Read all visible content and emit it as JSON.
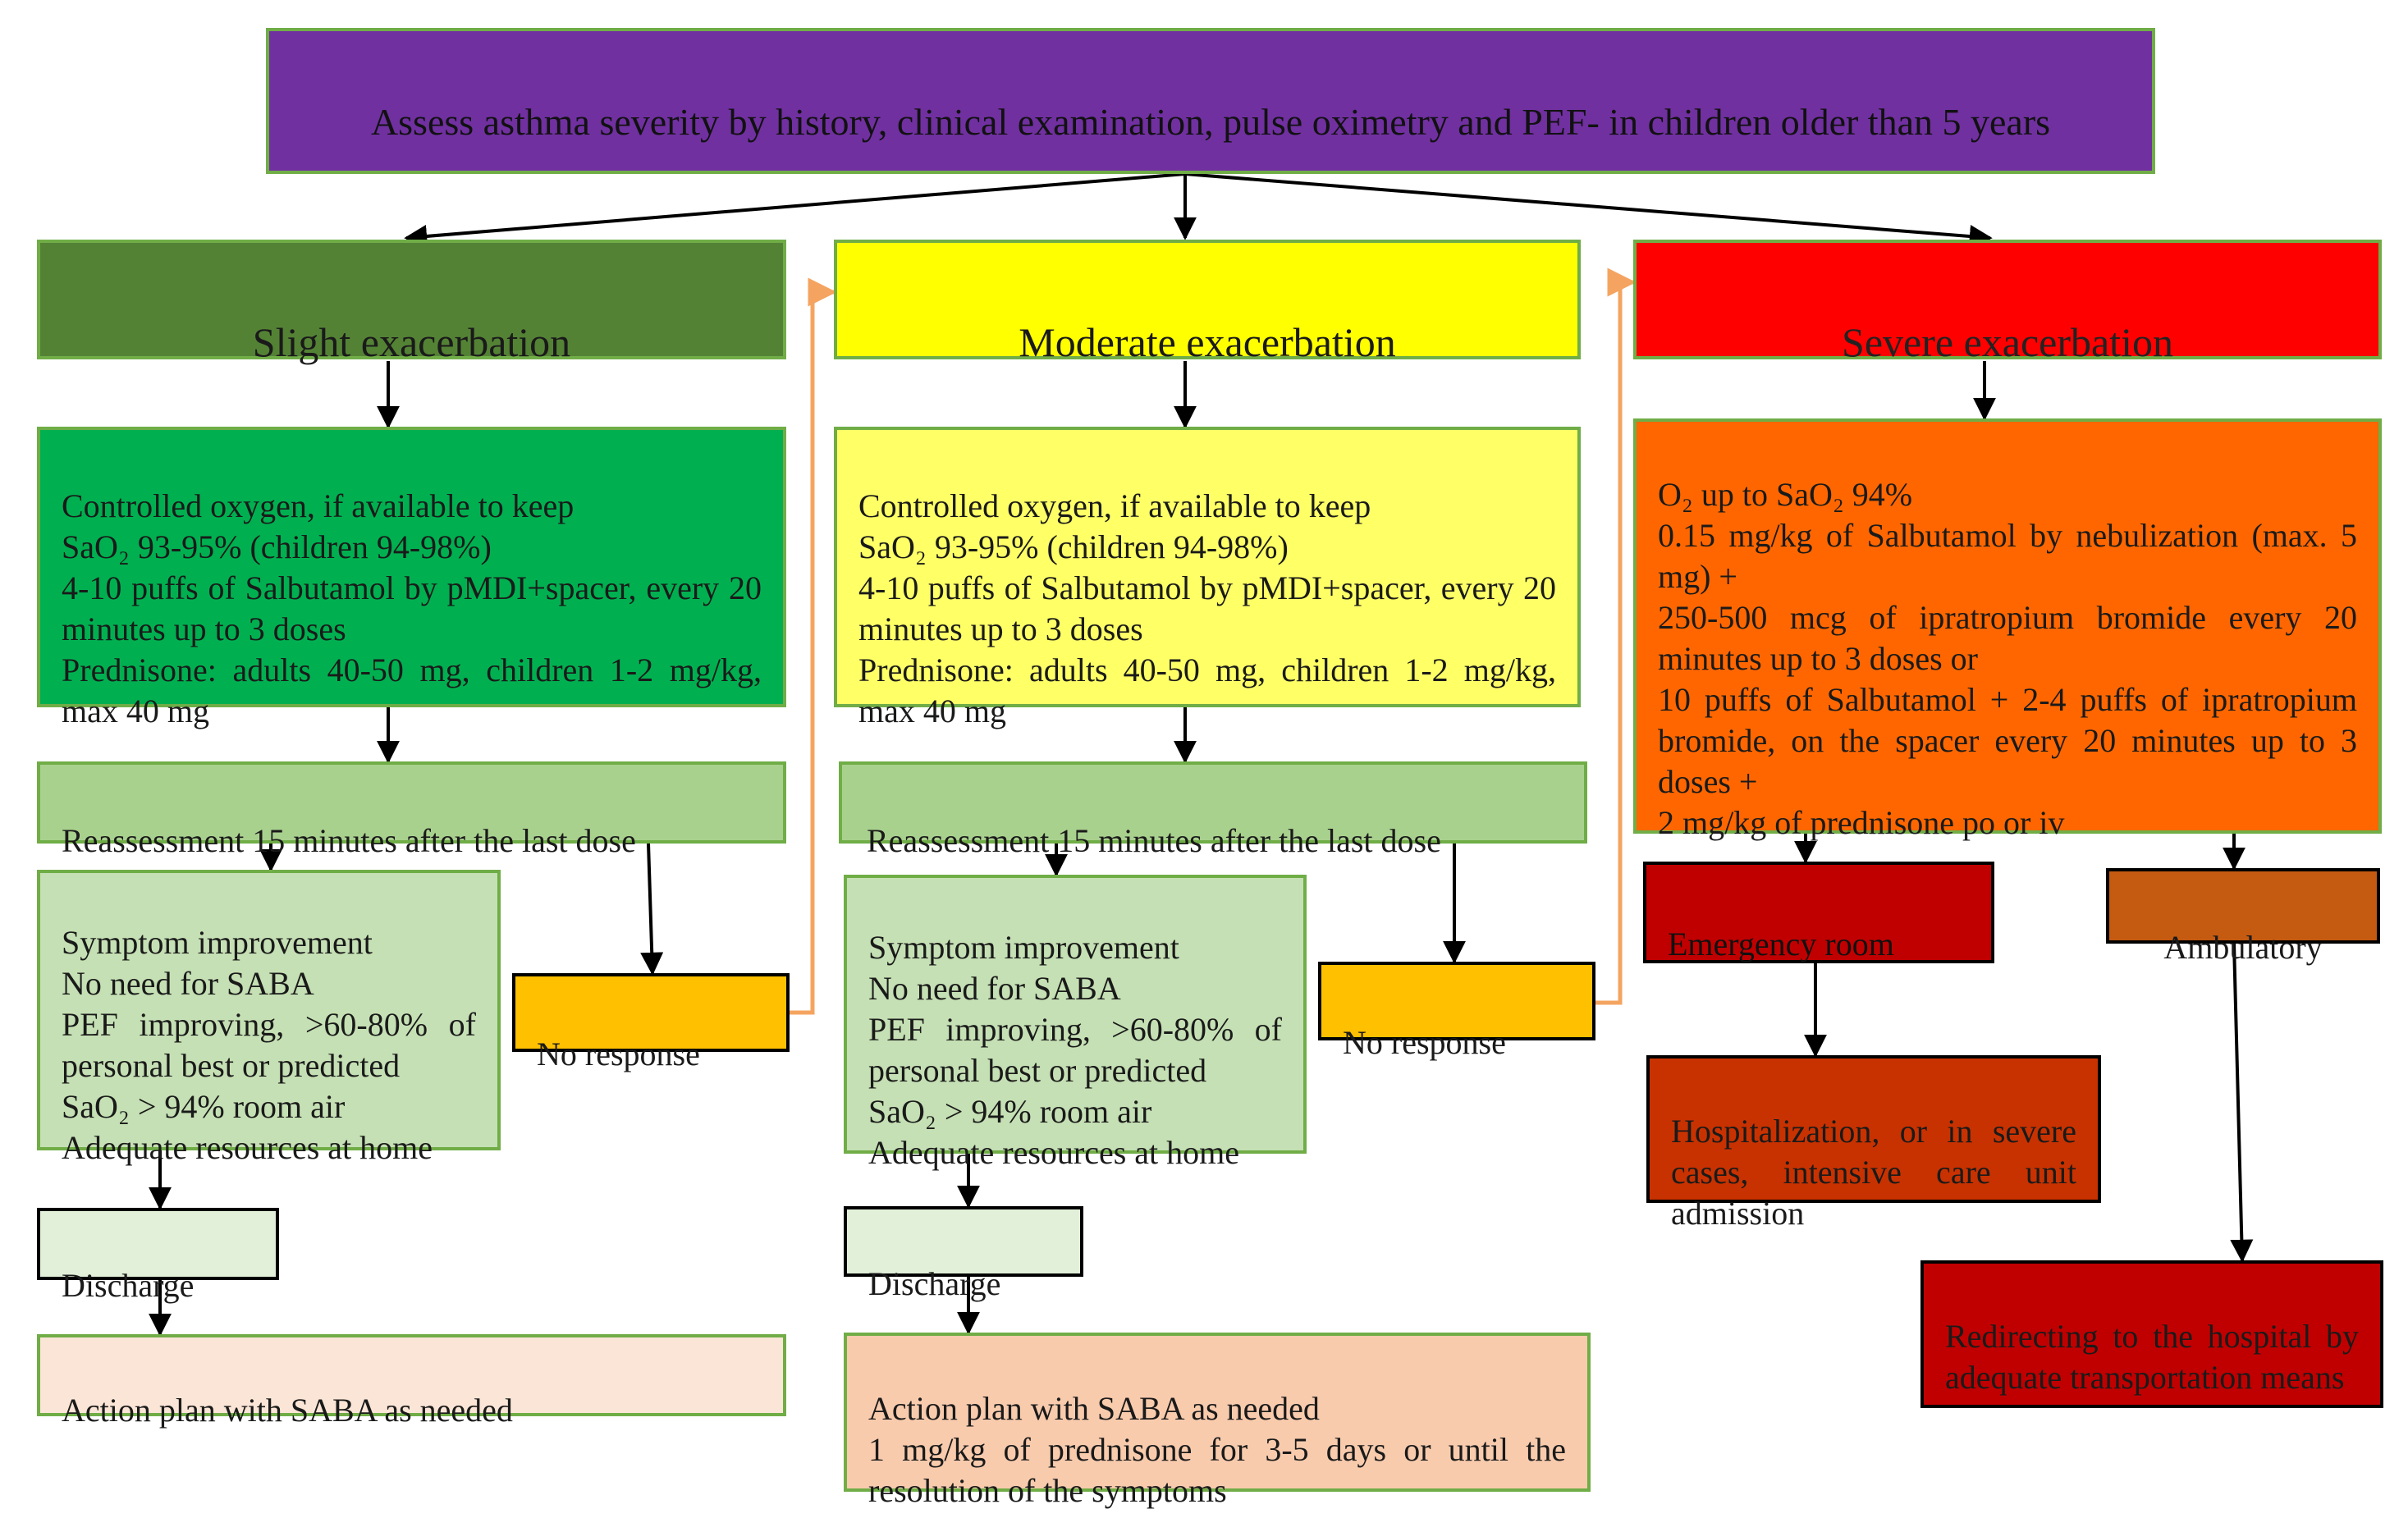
{
  "title": "Assess asthma severity by history, clinical examination, pulse oximetry and PEF- in children older than 5 years",
  "columns": {
    "slight": {
      "header": "Slight exacerbation",
      "treatment": "Controlled oxygen, if available to keep\nSaO₂ 93-95% (children 94-98%)\n4-10 puffs of Salbutamol by pMDI+spacer, every 20 minutes up to 3 doses\nPrednisone: adults 40-50 mg, children 1-2 mg/kg, max 40 mg",
      "reassessment": "Reassessment 15 minutes after the last dose",
      "improvement": "Symptom improvement\nNo need for SABA\nPEF improving, >60-80% of personal best or predicted\nSaO₂ > 94% room air\nAdequate resources at home",
      "no_response": "No response",
      "discharge": "Discharge",
      "action_plan": "Action plan with SABA as needed"
    },
    "moderate": {
      "header": "Moderate exacerbation",
      "treatment": "Controlled oxygen, if available to keep\nSaO₂ 93-95% (children 94-98%)\n4-10 puffs of Salbutamol by pMDI+spacer, every 20 minutes up to 3 doses\nPrednisone: adults 40-50 mg, children 1-2 mg/kg, max 40 mg",
      "reassessment": "Reassessment 15 minutes after the last dose",
      "improvement": "Symptom improvement\nNo need for SABA\nPEF improving, >60-80% of personal best or predicted\nSaO₂ > 94% room air\nAdequate resources at home",
      "no_response": "No response",
      "discharge": "Discharge",
      "action_plan": "Action plan with SABA as needed\n1 mg/kg of prednisone for 3-5 days or until the resolution of the symptoms"
    },
    "severe": {
      "header": "Severe exacerbation",
      "treatment": "O₂ up to SaO₂ 94%\n0.15 mg/kg of Salbutamol by nebulization (max. 5 mg) +\n250-500 mcg of ipratropium bromide every 20 minutes up to 3 doses or\n10 puffs of Salbutamol + 2-4 puffs of ipratropium bromide, on the spacer every 20 minutes up to 3 doses +\n2 mg/kg of prednisone po or iv",
      "emergency": "Emergency room",
      "ambulatory": "Ambulatory",
      "hospitalization": "Hospitalization, or in severe cases, intensive care unit admission",
      "redirecting": "Redirecting to the hospital by adequate transportation means"
    }
  },
  "colors": {
    "title_bg": "#7030a0",
    "slight_header": "#548235",
    "slight_treatment": "#00b050",
    "reassess": "#a9d18e",
    "improvement": "#c5e0b4",
    "discharge": "#e2f0d9",
    "slight_action": "#fbe5d6",
    "moderate_header": "#ffff00",
    "moderate_treatment": "#ffff66",
    "moderate_action": "#f8cbad",
    "no_response": "#ffc000",
    "severe_header": "#ff0000",
    "severe_treatment": "#ff6600",
    "emergency": "#c00000",
    "ambulatory": "#c55a11",
    "hospitalization": "#c83200",
    "redirecting": "#c00000",
    "loop_arrow": "#f4a460"
  }
}
